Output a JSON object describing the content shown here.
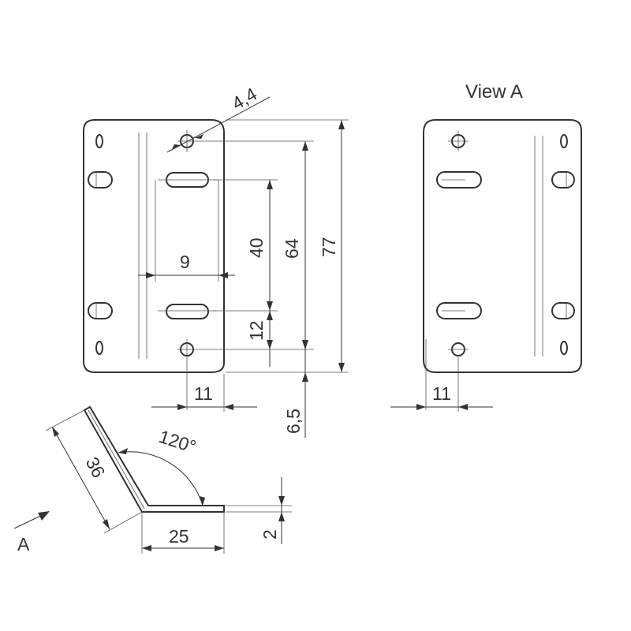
{
  "view_label": "View A",
  "arrow_label": "A",
  "dimensions": {
    "hole_diameter": "4,4",
    "slot_spacing": "40",
    "outer_hole_spacing": "64",
    "total_height": "77",
    "slot_length": "9",
    "slot_to_hole": "12",
    "edge_offset": "11",
    "bottom_offset": "6,5",
    "view_a_edge_offset": "11",
    "angle": "120°",
    "long_leg": "36",
    "short_leg": "25",
    "thickness": "2"
  }
}
